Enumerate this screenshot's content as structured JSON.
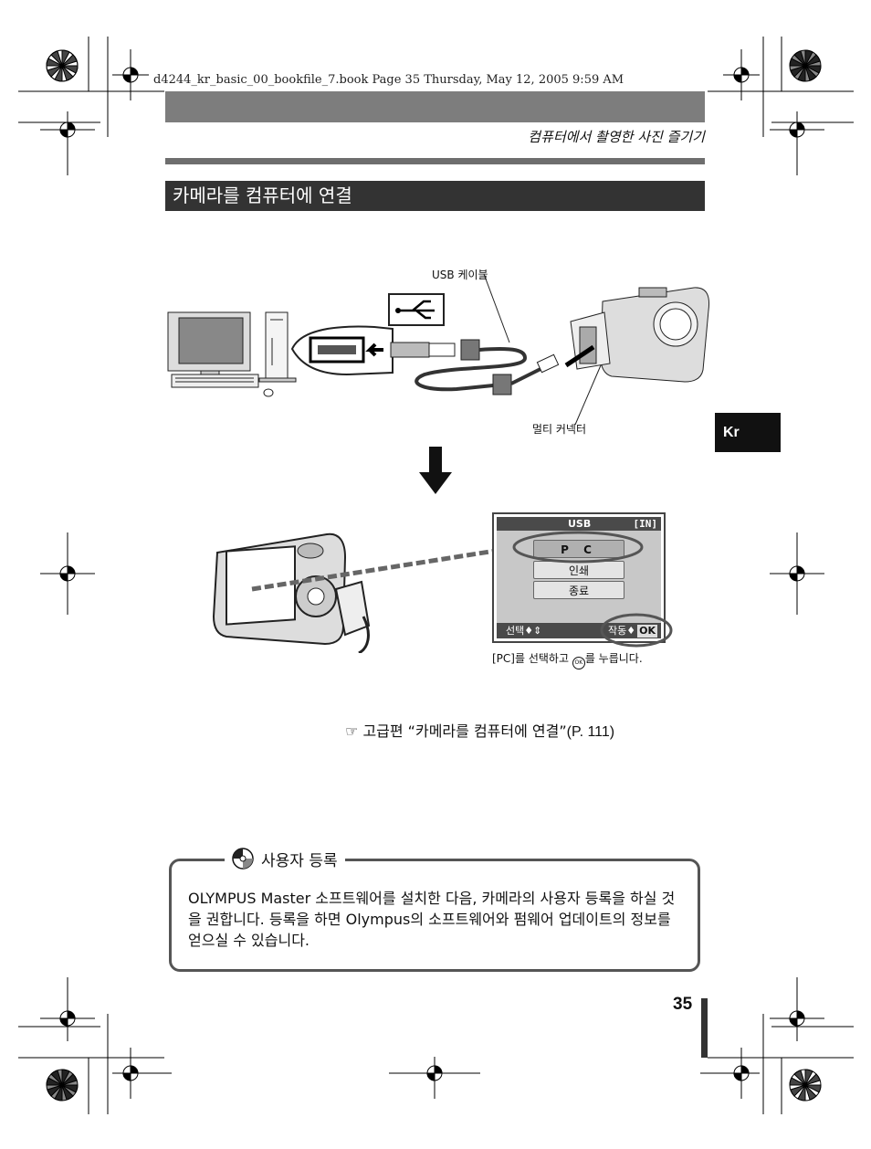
{
  "header": {
    "book_info": "d4244_kr_basic_00_bookfile_7.book  Page 35  Thursday, May 12, 2005  9:59 AM",
    "running_head": "컴퓨터에서 촬영한 사진 즐기기"
  },
  "section": {
    "title": "카메라를 컴퓨터에 연결"
  },
  "side_tab": "Kr",
  "diagram": {
    "usb_cable_label": "USB 케이블",
    "multi_connector_label": "멀티 커넥터"
  },
  "lcd_menu": {
    "title": "USB",
    "memory_indicator": "[IN]",
    "items": [
      "P C",
      "인쇄",
      "종료"
    ],
    "select_hint": "선택",
    "go_hint": "작동",
    "ok_button": "OK"
  },
  "caption": {
    "before": "[PC]를 선택하고 ",
    "after": "를 누릅니다."
  },
  "reference": {
    "text": "고급편 “카메라를 컴퓨터에 연결”",
    "page": "(P. 111)"
  },
  "note": {
    "title": "사용자 등록",
    "body": "OLYMPUS Master 소프트웨어를 설치한 다음, 카메라의 사용자 등록을 하실 것을 권합니다. 등록을 하면 Olympus의 소프트웨어와 펌웨어 업데이트의 정보를 얻으실 수 있습니다."
  },
  "page_number": "35"
}
